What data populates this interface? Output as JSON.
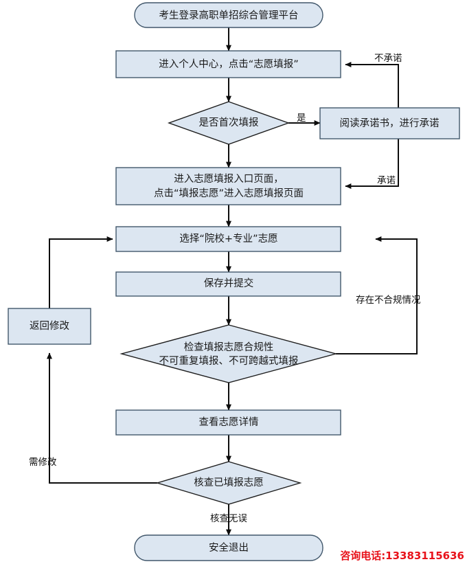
{
  "diagram": {
    "title_node": "考生登录高职单招综合管理平台",
    "nodes": {
      "start": "考生登录高职单招综合管理平台",
      "personal_center": "进入个人中心，点击“志愿填报”",
      "first_time_decision": "是否首次填报",
      "read_commitment": "阅读承诺书，进行承诺",
      "entry_page_line1": "进入志愿填报入口页面，",
      "entry_page_line2": "点击“填报志愿”进入志愿填报页面",
      "select_volunteer": "选择“院校+专业”志愿",
      "save_submit": "保存并提交",
      "check_rule_line1": "检查填报志愿合规性",
      "check_rule_line2": "不可重复填报、不可跨越式填报",
      "return_modify": "返回修改",
      "view_detail": "查看志愿详情",
      "verify_filled": "核查已填报志愿",
      "safe_exit": "安全退出"
    },
    "edge_labels": {
      "not_commit": "不承诺",
      "yes": "是",
      "commit": "承诺",
      "non_compliant": "存在不合规情况",
      "need_modify": "需修改",
      "verified_ok": "核查无误"
    },
    "watermark": "咨询电话:13383115636",
    "colors": {
      "node_fill": "#dce6f1",
      "node_stroke": "#41576b",
      "connector": "#0d0d0d",
      "text": "#1a1a1a",
      "watermark": "#e8121a"
    }
  }
}
